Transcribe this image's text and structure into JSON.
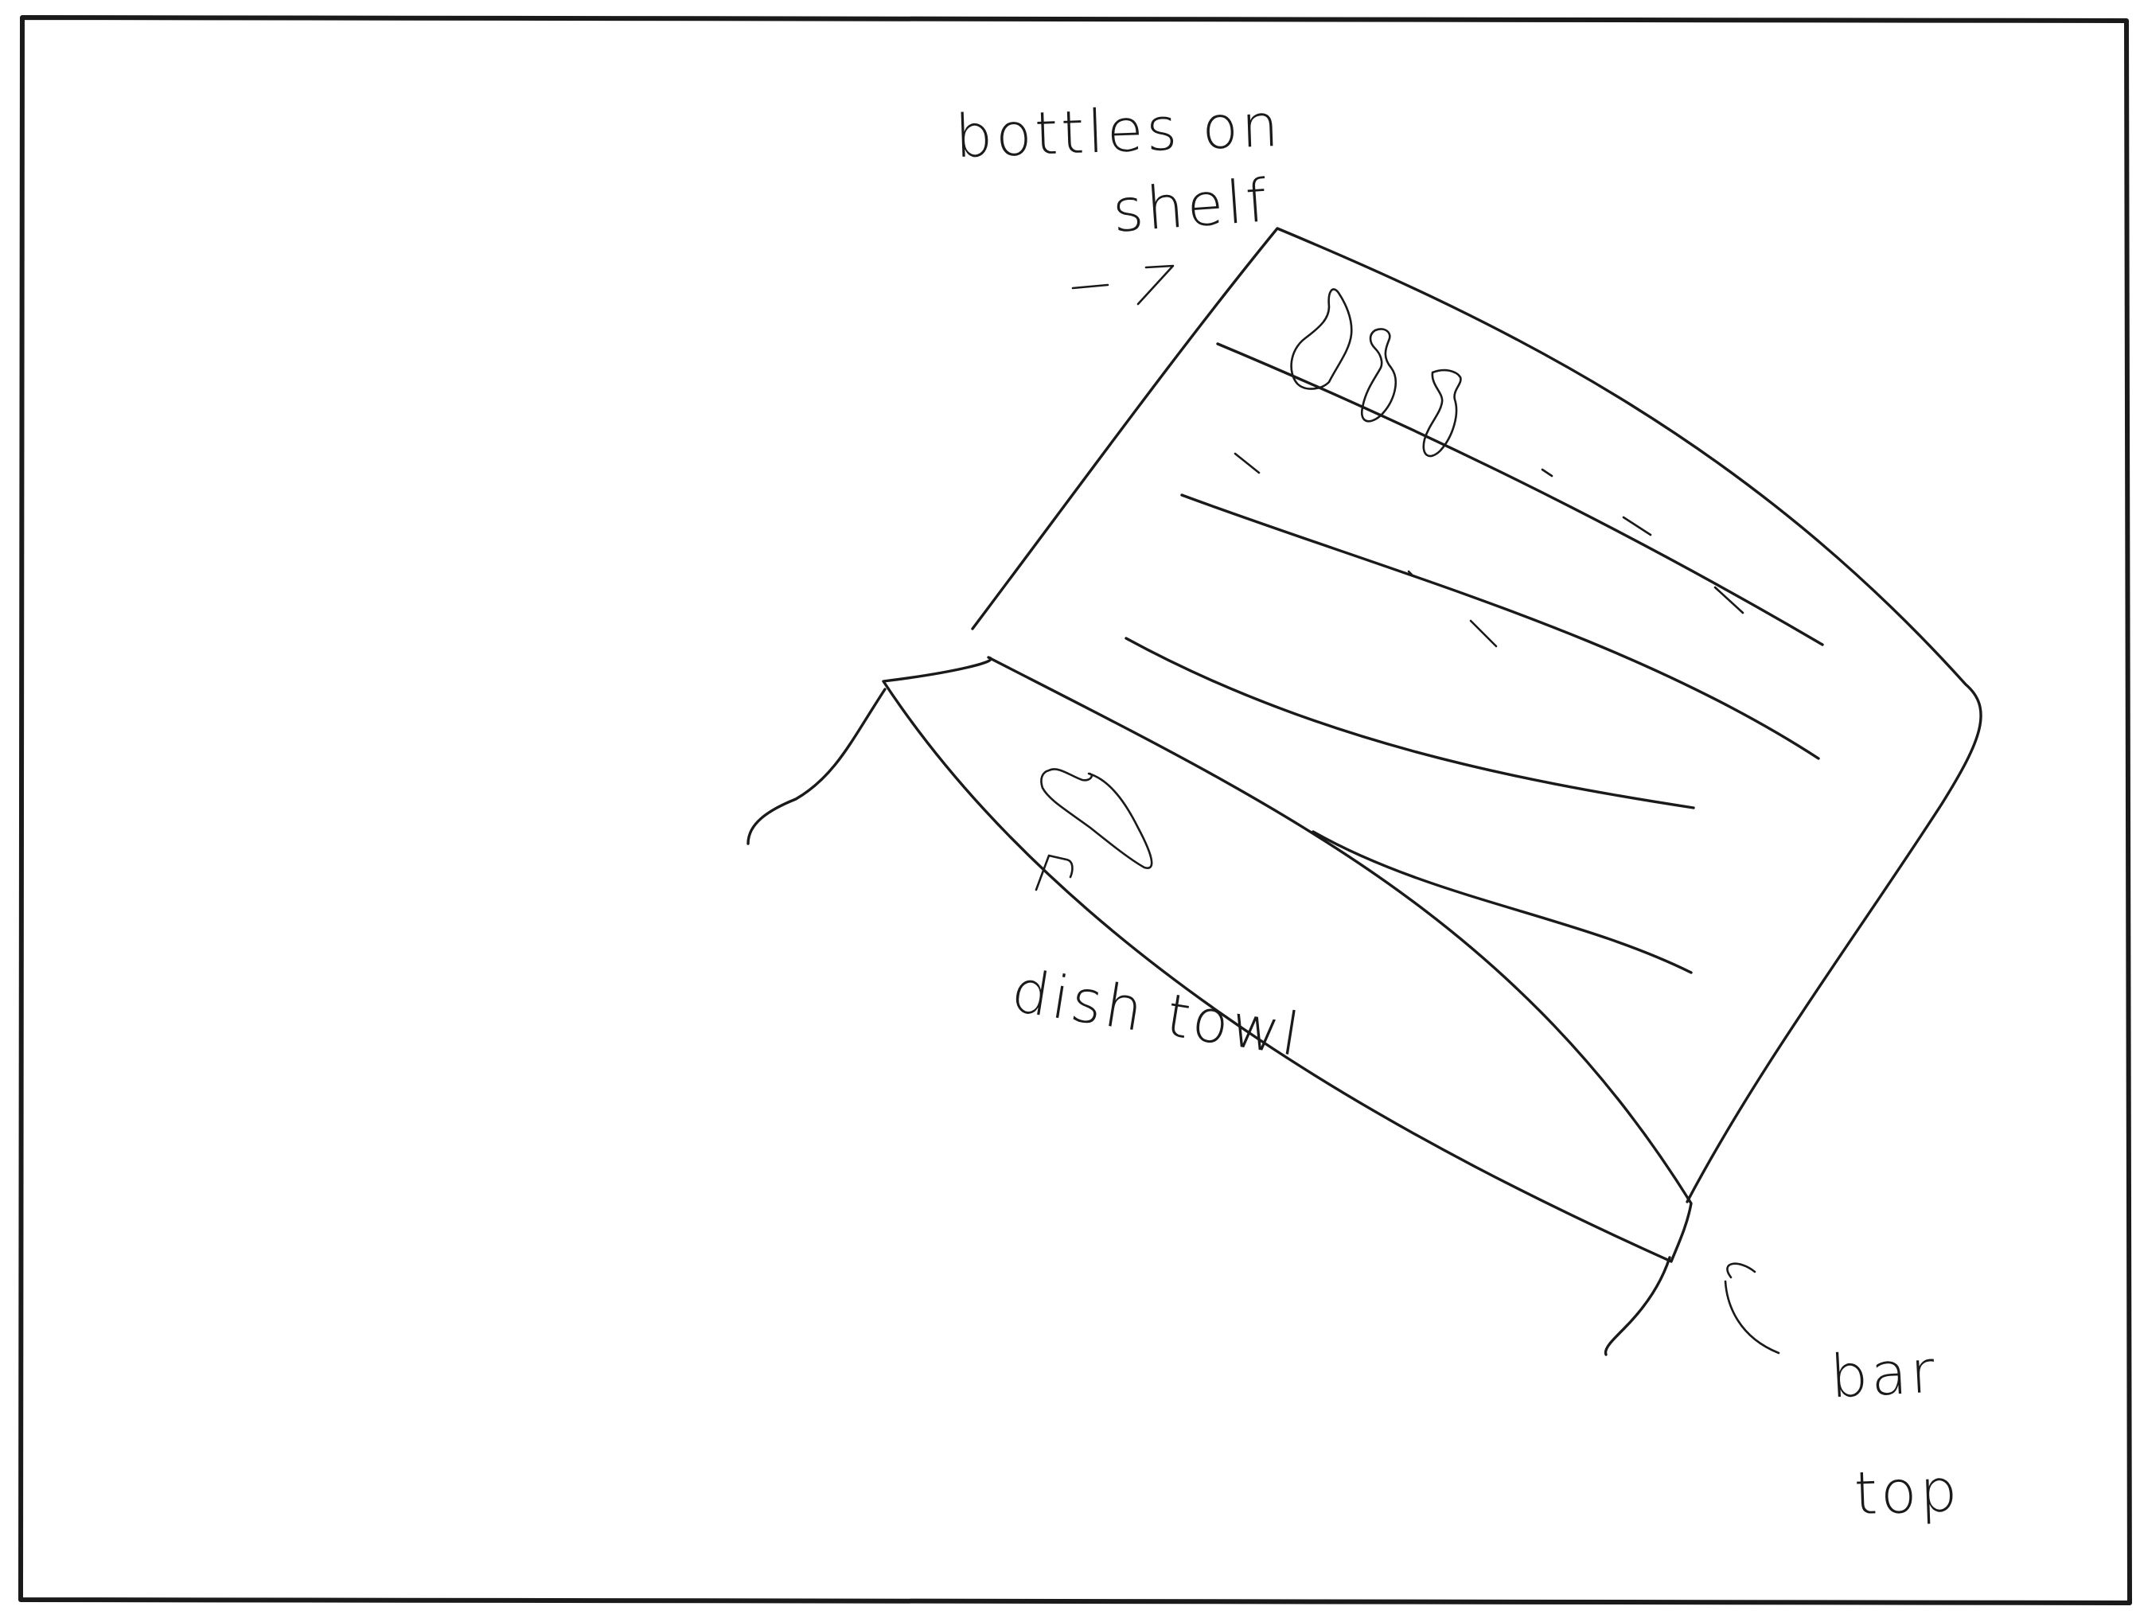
{
  "labels": {
    "bottles": "bottles on",
    "shelf": "shelf",
    "dish_towel": "dish towl",
    "bar": "bar",
    "top": "top"
  },
  "ink_color": "#1a1a1a",
  "background_color": "#ffffff"
}
